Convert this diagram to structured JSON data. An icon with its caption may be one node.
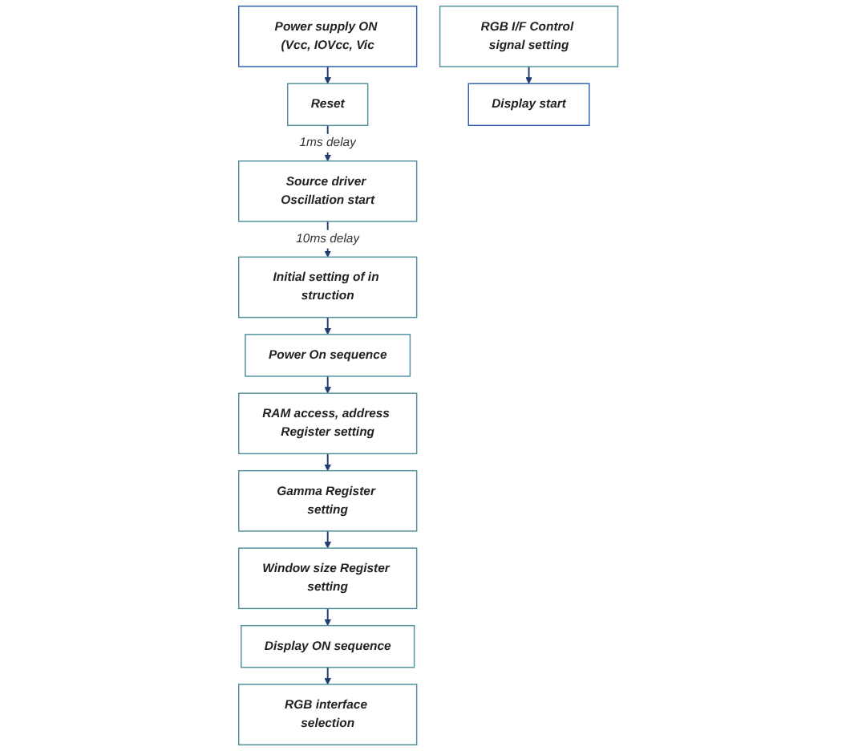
{
  "diagram": {
    "nodes": [
      {
        "text": [
          "Power supply ON (Vcc, IOVcc, Vic"
        ]
      },
      {
        "text": [
          "Reset"
        ]
      },
      {
        "text": [
          "Source driver Oscillation start"
        ]
      },
      {
        "text": [
          "Initial setting of in struction"
        ]
      },
      {
        "text": [
          "Power On sequence"
        ]
      },
      {
        "text": [
          "RAM access, address Register setting"
        ]
      },
      {
        "text": [
          "Gamma Register setting"
        ]
      },
      {
        "text": [
          "Window size Register setting"
        ]
      },
      {
        "text": [
          "Display ON sequence"
        ]
      },
      {
        "text": [
          "RGB interface selection"
        ]
      },
      {
        "text": [
          "RGB I/F Control signal setting"
        ]
      },
      {
        "text": [
          "Display start"
        ]
      }
    ],
    "edges": [
      {
        "from": 0,
        "to": 1,
        "arrow": "to"
      },
      {
        "from": 1,
        "to": 2,
        "arrow": "to",
        "label": "1ms delay"
      },
      {
        "from": 2,
        "to": 3,
        "arrow": "to",
        "label": "10ms delay"
      },
      {
        "from": 3,
        "to": 4,
        "arrow": "to"
      },
      {
        "from": 4,
        "to": 5,
        "arrow": "to"
      },
      {
        "from": 5,
        "to": 6,
        "arrow": "to"
      },
      {
        "from": 6,
        "to": 7,
        "arrow": "to"
      },
      {
        "from": 7,
        "to": 8,
        "arrow": "to"
      },
      {
        "from": 8,
        "to": 9,
        "arrow": "to"
      },
      {
        "from": 10,
        "to": 11,
        "arrow": "to"
      }
    ]
  }
}
